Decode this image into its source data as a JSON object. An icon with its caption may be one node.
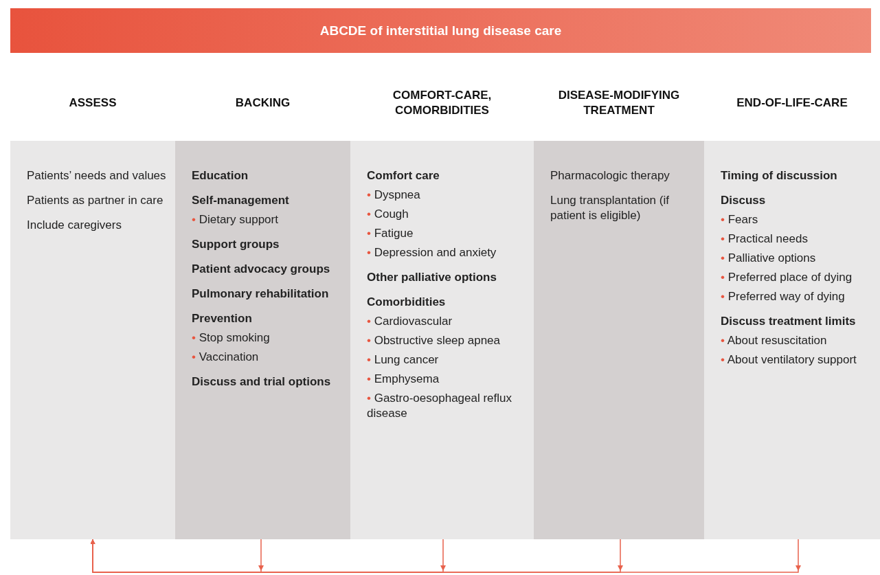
{
  "diagram": {
    "title": "ABCDE of interstitial lung disease care",
    "nodes": [
      {
        "text": [
          "ASSESS",
          "Patients’ needs and values",
          "Patients as partner in care",
          "Include caregivers"
        ]
      },
      {
        "text": [
          "BACKING",
          "**Education**",
          "**Self-management**",
          "• Dietary support",
          "**Support groups**",
          "**Patient advocacy groups**",
          "**Pulmonary rehabilitation**",
          "**Prevention**",
          "• Stop smoking",
          "• Vaccination",
          "**Discuss and trial options**"
        ]
      },
      {
        "text": [
          "COMFORT-CARE, COMORBIDITIES",
          "**Comfort care**",
          "• Dyspnea",
          "• Cough",
          "• Fatigue",
          "• Depression and anxiety",
          "**Other palliative options**",
          "**Comorbidities**",
          "• Cardiovascular",
          "• Obstructive sleep apnea",
          "• Lung cancer",
          "• Emphysema",
          "• Gastro-oesophageal reflux disease"
        ]
      },
      {
        "text": [
          "DISEASE-MODIFYING TREATMENT",
          "Pharmacologic therapy",
          "Lung transplantation (if patient is eligible)"
        ]
      },
      {
        "text": [
          "END-OF-LIFE-CARE",
          "**Timing of discussion**",
          "**Discuss**",
          "• Fears",
          "• Practical needs",
          "• Palliative options",
          "• Preferred place of dying",
          "• Preferred way of dying",
          "**Discuss treatment limits**",
          "• About resuscitation",
          "• About ventilatory support"
        ]
      }
    ],
    "edges": [
      {
        "from": 1,
        "to": 0,
        "arrow": "to"
      },
      {
        "from": 2,
        "to": 0,
        "arrow": "to"
      },
      {
        "from": 3,
        "to": 0,
        "arrow": "to"
      },
      {
        "from": 4,
        "to": 0,
        "arrow": "to"
      }
    ]
  }
}
